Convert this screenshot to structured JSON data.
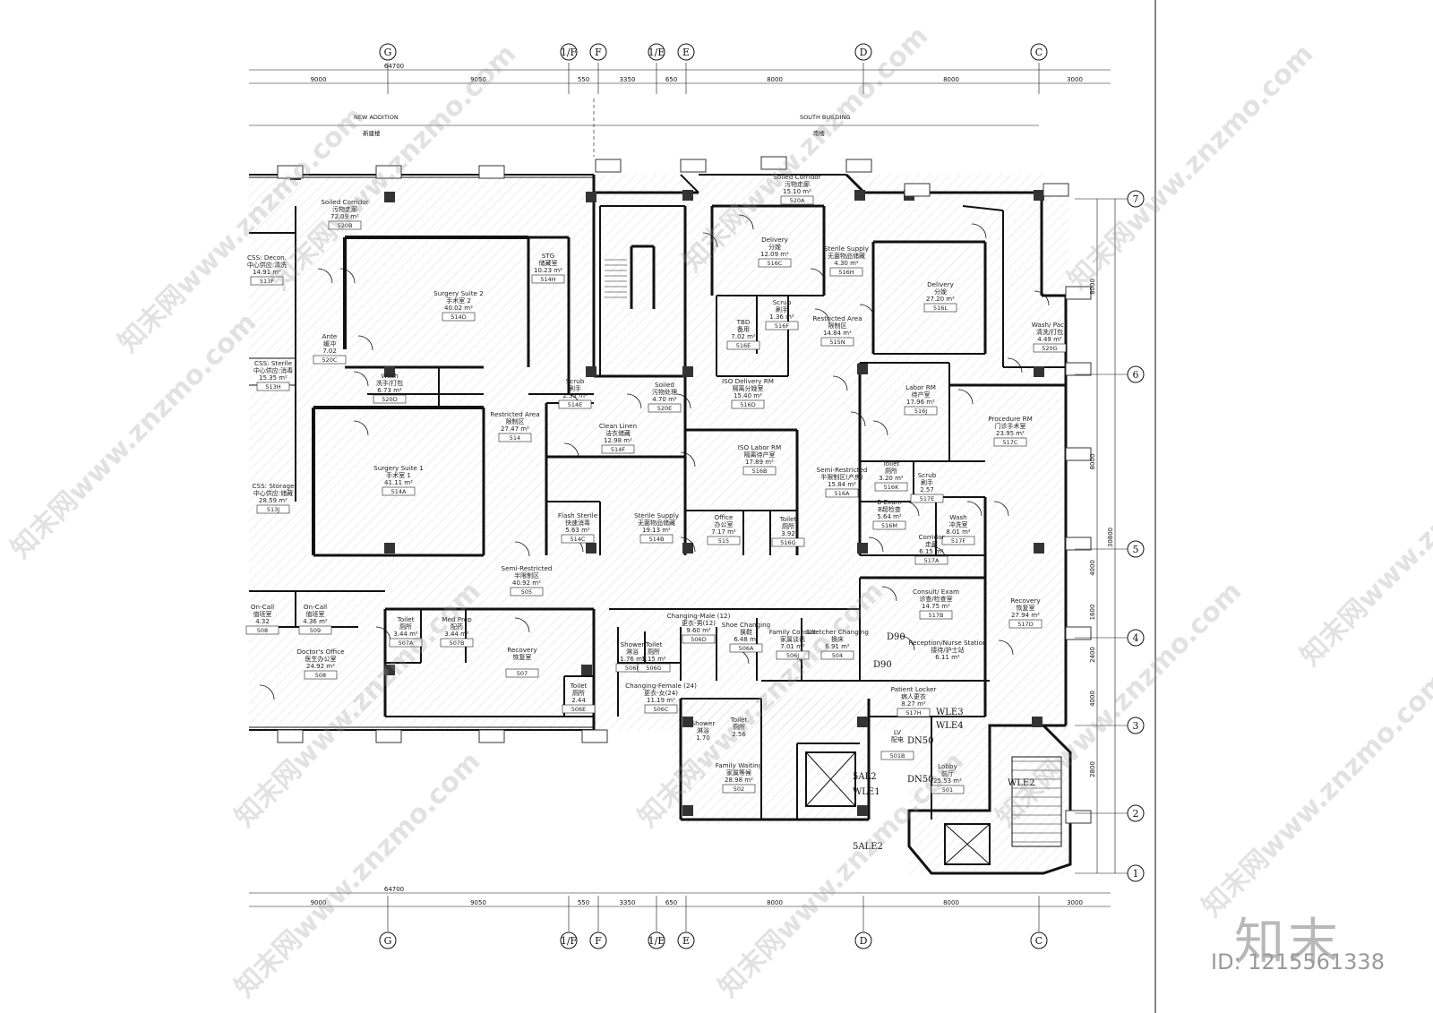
{
  "axes_top": [
    {
      "id": "ax-g",
      "label": "G"
    },
    {
      "id": "ax-1f",
      "label": "1/F"
    },
    {
      "id": "ax-f",
      "label": "F"
    },
    {
      "id": "ax-1e",
      "label": "1/E"
    },
    {
      "id": "ax-e",
      "label": "E"
    },
    {
      "id": "ax-d",
      "label": "D"
    },
    {
      "id": "ax-c",
      "label": "C"
    }
  ],
  "axes_right": [
    "7",
    "6",
    "5",
    "4",
    "3",
    "2",
    "1"
  ],
  "dims_top": [
    "9000",
    "9050",
    "550",
    "3350",
    "650",
    "8000",
    "8000",
    "3000"
  ],
  "dim_overall": "64700",
  "dims_right": [
    "8000",
    "8000",
    "4000",
    "1600",
    "2400",
    "4000",
    "2800"
  ],
  "dim_right_total": "30800",
  "buildings": {
    "new_en": "NEW ADDITION",
    "new_cn": "新建楼",
    "south_en": "SOUTH BUILDING",
    "south_cn": "南楼"
  },
  "rooms": [
    {
      "en": "Soiled Corridor",
      "cn": "污物走廊",
      "area": "72.09 m²",
      "no": "520B"
    },
    {
      "en": "CSS: Decon.",
      "cn": "中心供应:清洗",
      "area": "14.91 m²",
      "no": "513F"
    },
    {
      "en": "Surgery Suite 2",
      "cn": "手术室 2",
      "area": "40.02 m²",
      "no": "514D"
    },
    {
      "en": "STG",
      "cn": "储藏室",
      "area": "10.23 m²",
      "no": "514H"
    },
    {
      "en": "Ante",
      "cn": "缓冲",
      "area": "7.02",
      "no": "520C"
    },
    {
      "en": "CSS: Sterile",
      "cn": "中心供应:消毒",
      "area": "15.35 m²",
      "no": "513H"
    },
    {
      "en": "Wash",
      "cn": "洗手/打包",
      "area": "6.73 m²",
      "no": "520D"
    },
    {
      "en": "Scrub",
      "cn": "刷手",
      "area": "2.35 m²",
      "no": "514E"
    },
    {
      "en": "Restricted Area",
      "cn": "限制区",
      "area": "27.47 m²",
      "no": "514"
    },
    {
      "en": "Clean Linen",
      "cn": "洁衣储藏",
      "area": "12.98 m²",
      "no": "514F"
    },
    {
      "en": "Surgery Suite 1",
      "cn": "手术室 1",
      "area": "41.11 m²",
      "no": "514A"
    },
    {
      "en": "CSS: Storage",
      "cn": "中心供应:储藏",
      "area": "28.59 m²",
      "no": "513J"
    },
    {
      "en": "Flash Sterile",
      "cn": "快速消毒",
      "area": "5.63 m²",
      "no": "514C"
    },
    {
      "en": "Sterile Supply",
      "cn": "无菌物品储藏",
      "area": "19.13 m²",
      "no": "514B"
    },
    {
      "en": "Soiled Corridor",
      "cn": "污物走廊",
      "area": "15.10 m²",
      "no": "520A"
    },
    {
      "en": "Delivery",
      "cn": "分娩",
      "area": "12.09 m²",
      "no": "516C"
    },
    {
      "en": "Sterile Supply",
      "cn": "无菌物品储藏",
      "area": "4.30 m²",
      "no": "516H"
    },
    {
      "en": "Delivery",
      "cn": "分娩",
      "area": "27.20 m²",
      "no": "516L"
    },
    {
      "en": "Wash/ Pack",
      "cn": "清洗/打包",
      "area": "4.49 m²",
      "no": "520G"
    },
    {
      "en": "TBD",
      "cn": "备用",
      "area": "7.02 m²",
      "no": "516E"
    },
    {
      "en": "Scrub",
      "cn": "刷手",
      "area": "1.36 m²",
      "no": "516F"
    },
    {
      "en": "Restricted Area",
      "cn": "限制区",
      "area": "14.84 m²",
      "no": "515N"
    },
    {
      "en": "Soiled",
      "cn": "污物处理",
      "area": "4.70 m²",
      "no": "520E"
    },
    {
      "en": "ISO Delivery RM",
      "cn": "隔离分娩室",
      "area": "15.40 m²",
      "no": "516D"
    },
    {
      "en": "Labor RM",
      "cn": "待产室",
      "area": "17.96 m²",
      "no": "516J"
    },
    {
      "en": "Procedure RM",
      "cn": "门诊手术室",
      "area": "23.95 m²",
      "no": "517C"
    },
    {
      "en": "ISO Labor RM",
      "cn": "隔离待产室",
      "area": "17.89 m²",
      "no": "516B"
    },
    {
      "en": "Semi-Restricted",
      "cn": "半限制区(产房)",
      "area": "15.84 m²",
      "no": "516A"
    },
    {
      "en": "Toilet",
      "cn": "厕所",
      "area": "3.20 m²",
      "no": "516K"
    },
    {
      "en": "Scrub",
      "cn": "刷手",
      "area": "2.57",
      "no": "517E"
    },
    {
      "en": "Office",
      "cn": "办公室",
      "area": "7.17 m²",
      "no": "515"
    },
    {
      "en": "Toilet",
      "cn": "厕所",
      "area": "3.92",
      "no": "516G"
    },
    {
      "en": "B Exam",
      "cn": "B超检查",
      "area": "5.64 m²",
      "no": "516M"
    },
    {
      "en": "Wash",
      "cn": "冲洗室",
      "area": "8.01 m²",
      "no": "517F"
    },
    {
      "en": "Corridor",
      "cn": "走廊",
      "area": "6.15 m²",
      "no": "517A"
    },
    {
      "en": "Semi-Restricted",
      "cn": "半限制区",
      "area": "40.92 m²",
      "no": "505"
    },
    {
      "en": "Consult/ Exam",
      "cn": "诊查/检查室",
      "area": "14.75 m²",
      "no": "517B"
    },
    {
      "en": "Recovery",
      "cn": "恢复室",
      "area": "27.94 m²",
      "no": "517D"
    },
    {
      "en": "On-Call",
      "cn": "值班室",
      "area": "4.32",
      "no": "508"
    },
    {
      "en": "On-Call",
      "cn": "值班室",
      "area": "4.36 m²",
      "no": "509"
    },
    {
      "en": "Toilet",
      "cn": "厕所",
      "area": "3.44 m²",
      "no": "507A"
    },
    {
      "en": "Med Prep",
      "cn": "配药",
      "area": "3.44 m²",
      "no": "507B"
    },
    {
      "en": "Recovery",
      "cn": "恢复室",
      "area": "",
      "no": "507"
    },
    {
      "en": "Changing-Male (12)",
      "cn": "更衣-男(12)",
      "area": "9.60 m²",
      "no": "506D"
    },
    {
      "en": "Shoe Changing",
      "cn": "换鞋",
      "area": "6.48 m²",
      "no": "506A"
    },
    {
      "en": "Family Consult",
      "cn": "家属谈话",
      "area": "7.01 m²",
      "no": "506J"
    },
    {
      "en": "Stretcher Changing",
      "cn": "换床",
      "area": "6.91 m²",
      "no": "504"
    },
    {
      "en": "Reception/Nurse Station",
      "cn": "接待/护士站",
      "area": "6.11 m²",
      "no": ""
    },
    {
      "en": "Doctor's Office",
      "cn": "医生办公室",
      "area": "24.92 m²",
      "no": "508"
    },
    {
      "en": "Shower",
      "cn": "淋浴",
      "area": "1.76 m²",
      "no": "506F"
    },
    {
      "en": "Toilet",
      "cn": "厕所",
      "area": "1.15 m²",
      "no": "506G"
    },
    {
      "en": "Toilet",
      "cn": "厕所",
      "area": "2.44",
      "no": "506E"
    },
    {
      "en": "Changing-Female (24)",
      "cn": "更衣-女(24)",
      "area": "11.19 m²",
      "no": "506C"
    },
    {
      "en": "Patient Locker",
      "cn": "病人更衣",
      "area": "8.27 m²",
      "no": "517H"
    },
    {
      "en": "Shower",
      "cn": "淋浴",
      "area": "1.70",
      "no": ""
    },
    {
      "en": "Toilet",
      "cn": "厕所",
      "area": "2.56",
      "no": ""
    },
    {
      "en": "Family Waiting",
      "cn": "家属等候",
      "area": "28.98 m²",
      "no": "502"
    },
    {
      "en": "LV",
      "cn": "配电",
      "area": "",
      "no": "501B"
    },
    {
      "en": "Lobby",
      "cn": "前厅",
      "area": "25.53 m²",
      "no": "501"
    }
  ],
  "tags": [
    "5AL2",
    "WLE1",
    "WLE3",
    "WLE4",
    "WLE2",
    "5ALE2",
    "D90",
    "D90",
    "DN50",
    "DN50"
  ],
  "watermarks": [
    "知末网www.znzmo.com",
    "知末网www.znzmo.com",
    "知末网www.znzmo.com",
    "知末网www.znzmo.com",
    "知末网www.znzmo.com",
    "知末网www.znzmo.com",
    "知末网www.znzmo.com",
    "知末网www.znzmo.com",
    "知末网www.znzmo.com",
    "知末网www.znzmo.com",
    "知末网www.znzmo.com",
    "知末网www.znzmo.com"
  ],
  "brand": "知末",
  "id_text": "ID: 1215561338"
}
